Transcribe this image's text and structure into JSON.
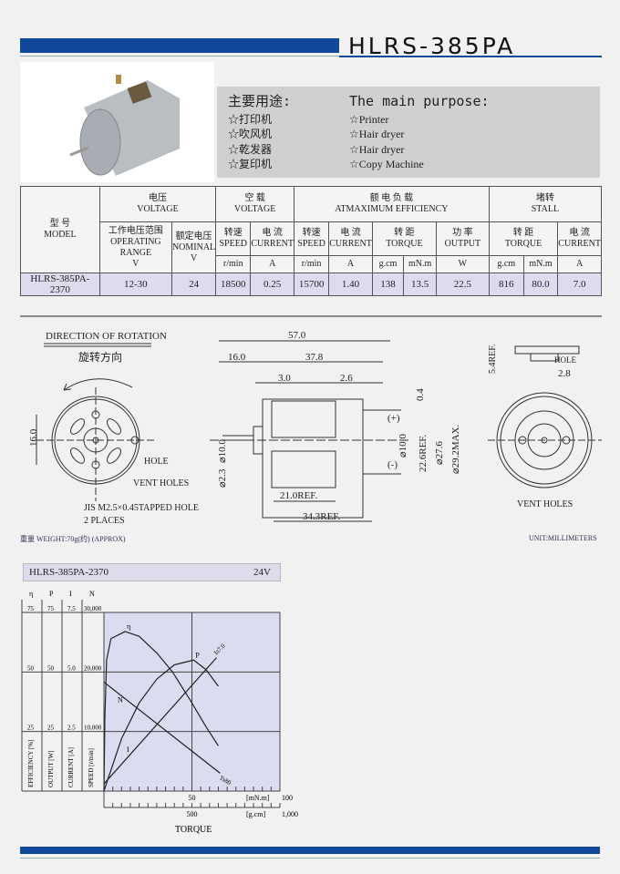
{
  "header": {
    "title": "HLRS-385PA"
  },
  "purpose": {
    "cn_heading": "主要用途:",
    "en_heading": "The main purpose:",
    "cn_items": [
      "☆打印机",
      "☆吹风机",
      "☆乾发器",
      "☆复印机"
    ],
    "en_items": [
      "☆Printer",
      "☆Hair dryer",
      "☆Hair dryer",
      "☆Copy Machine"
    ]
  },
  "spec_table": {
    "model_cn": "型 号",
    "model_en": "MODEL",
    "voltage_cn": "电压",
    "voltage_en": "VOLTAGE",
    "noload_cn": "空 载",
    "noload_en": "VOLTAGE",
    "maxeff_cn": "额 电 负 载",
    "maxeff_en": "ATMAXIMUM EFFICIENCY",
    "stall_cn": "堵转",
    "stall_en": "STALL",
    "op_range_cn": "工作电压范围",
    "op_range_en": "OPERATING RANGE",
    "nominal_cn": "额定电压",
    "nominal_en": "NOMINAL",
    "speed_cn": "转速",
    "speed_en": "SPEED",
    "current_cn": "电 流",
    "current_en": "CURRENT",
    "torque_cn": "转 距",
    "torque_en": "TORQUE",
    "output_cn": "功 率",
    "output_en": "OUTPUT",
    "units": [
      "V",
      "V",
      "r/min",
      "A",
      "r/min",
      "A",
      "g.cm",
      "mN.m",
      "W",
      "g.cm",
      "mN.m",
      "A"
    ],
    "row": [
      "HLRS-385PA-2370",
      "12-30",
      "24",
      "18500",
      "0.25",
      "15700",
      "1.40",
      "138",
      "13.5",
      "22.5",
      "816",
      "80.0",
      "7.0"
    ]
  },
  "drawing": {
    "direction_en": "DIRECTION OF ROTATION",
    "direction_cn": "旋转方向",
    "dims": {
      "d57": "57.0",
      "d16": "16.0",
      "d378": "37.8",
      "d30": "3.0",
      "d26": "2.6",
      "d04": "0.4",
      "d10a": "⌀10.0",
      "d23": "⌀2.3",
      "d10b": "⌀10.0",
      "d226": "22.6REF.",
      "d276": "⌀27.6",
      "d292": "⌀29.2MAX.",
      "d21": "21.0REF.",
      "d343": "34.3REF.",
      "d160": "16.0",
      "d54": "5.4REF.",
      "d28": "2.8"
    },
    "plus": "(+)",
    "minus": "(-)",
    "hole": "HOLE",
    "vent": "VENT HOLES",
    "hole_r": "HOLE",
    "vent_r": "VENT HOLES",
    "tapped1": "JIS M2.5×0.45TAPPED HOLE",
    "tapped2": "2 PLACES",
    "weight": "重量 WEIGHT:70g(约)   (APPROX)",
    "unit": "UNIT:MILLIMETERS"
  },
  "chart_data": {
    "type": "line",
    "title": "HLRS-385PA-2370",
    "voltage": "24V",
    "xlabel": "TORQUE",
    "x_unit1": "[mN.m]",
    "x_unit2": "[g.cm]",
    "xlim": [
      0,
      100
    ],
    "x_ticks1": [
      "50",
      "100"
    ],
    "x_ticks2": [
      "500",
      "1,000"
    ],
    "axes_heads": [
      "η",
      "P",
      "I",
      "N"
    ],
    "axes_labels": [
      "EFFICIENCY [%]",
      "OUTPUT [W]",
      "CURRENT [A]",
      "SPEED [r/min]"
    ],
    "axis_ticks": [
      [
        "75",
        "75",
        "7.5",
        "30,000"
      ],
      [
        "50",
        "50",
        "5.0",
        "20,000"
      ],
      [
        "25",
        "25",
        "2.5",
        "10,000"
      ]
    ],
    "series": [
      {
        "name": "η",
        "label": "η",
        "scale_max": 75,
        "points": [
          [
            0,
            0
          ],
          [
            0.5,
            30
          ],
          [
            1.5,
            55
          ],
          [
            4,
            64
          ],
          [
            12,
            67
          ],
          [
            20,
            65
          ],
          [
            30,
            58
          ],
          [
            39,
            50
          ],
          [
            50,
            37
          ],
          [
            58,
            27
          ],
          [
            65,
            19
          ]
        ]
      },
      {
        "name": "P",
        "label": "P",
        "scale_max": 75,
        "points": [
          [
            0,
            0
          ],
          [
            10,
            22
          ],
          [
            20,
            37
          ],
          [
            30,
            47
          ],
          [
            40,
            53
          ],
          [
            51,
            55
          ],
          [
            58,
            51
          ],
          [
            65,
            44
          ]
        ]
      },
      {
        "name": "N",
        "label": "N",
        "end_label": "Ts80",
        "scale_max": 30000,
        "points": [
          [
            0,
            18300
          ],
          [
            66,
            3000
          ]
        ]
      },
      {
        "name": "I",
        "label": "I",
        "end_label": "Is7.0",
        "scale_max": 7.5,
        "points": [
          [
            0,
            0.3
          ],
          [
            64,
            5.6
          ]
        ]
      }
    ]
  }
}
